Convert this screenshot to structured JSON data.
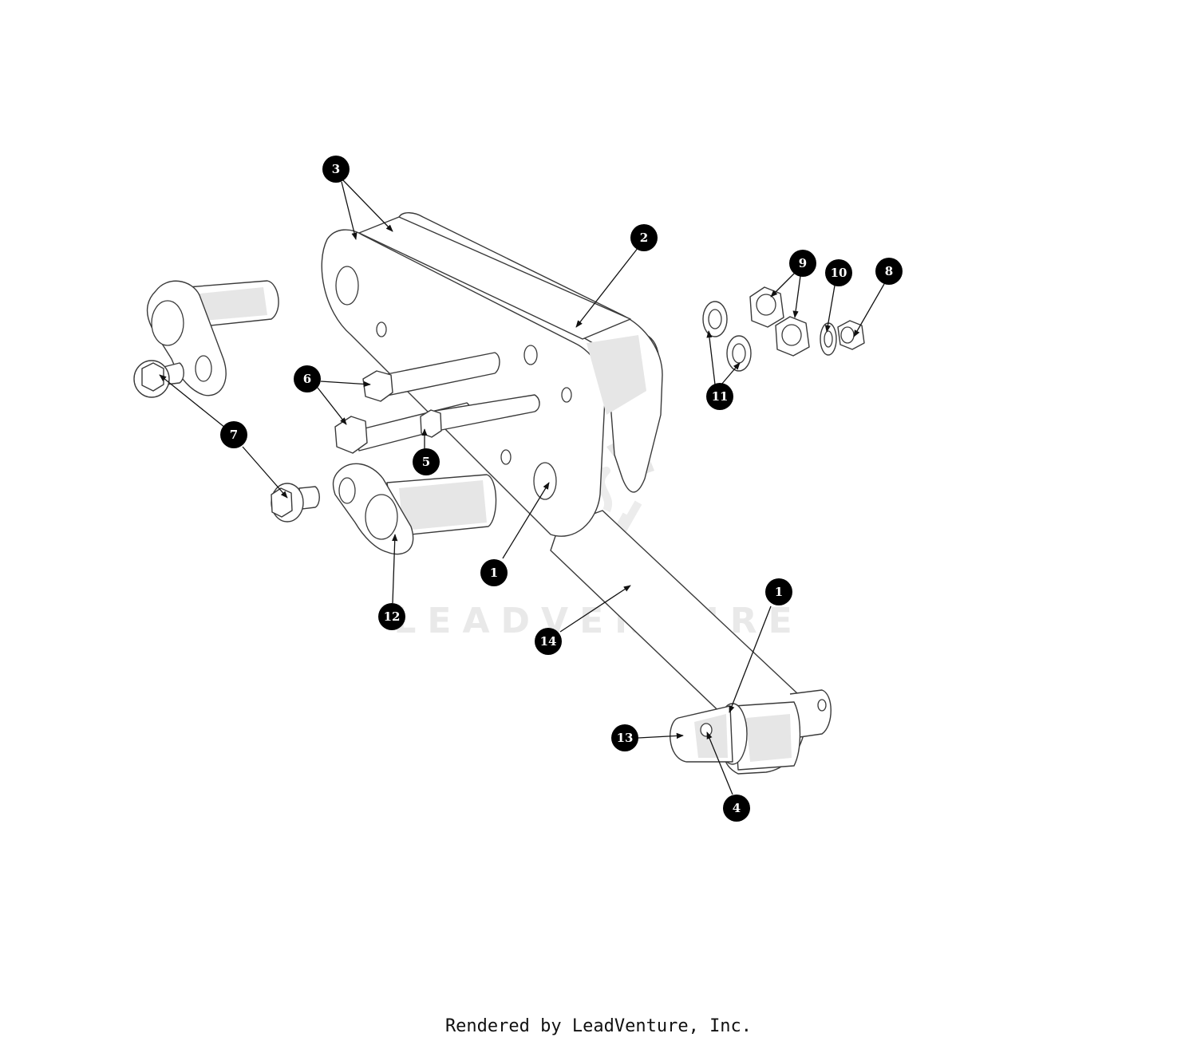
{
  "watermark": "LEADVENTURE",
  "footer": "Rendered by LeadVenture, Inc.",
  "callouts": [
    {
      "id": "c-3",
      "label": "3"
    },
    {
      "id": "c-2",
      "label": "2"
    },
    {
      "id": "c-9",
      "label": "9"
    },
    {
      "id": "c-10",
      "label": "10"
    },
    {
      "id": "c-8",
      "label": "8"
    },
    {
      "id": "c-11",
      "label": "11"
    },
    {
      "id": "c-6",
      "label": "6"
    },
    {
      "id": "c-7",
      "label": "7"
    },
    {
      "id": "c-5",
      "label": "5"
    },
    {
      "id": "c-1a",
      "label": "1"
    },
    {
      "id": "c-12",
      "label": "12"
    },
    {
      "id": "c-14",
      "label": "14"
    },
    {
      "id": "c-1b",
      "label": "1"
    },
    {
      "id": "c-13",
      "label": "13"
    },
    {
      "id": "c-4",
      "label": "4"
    }
  ]
}
